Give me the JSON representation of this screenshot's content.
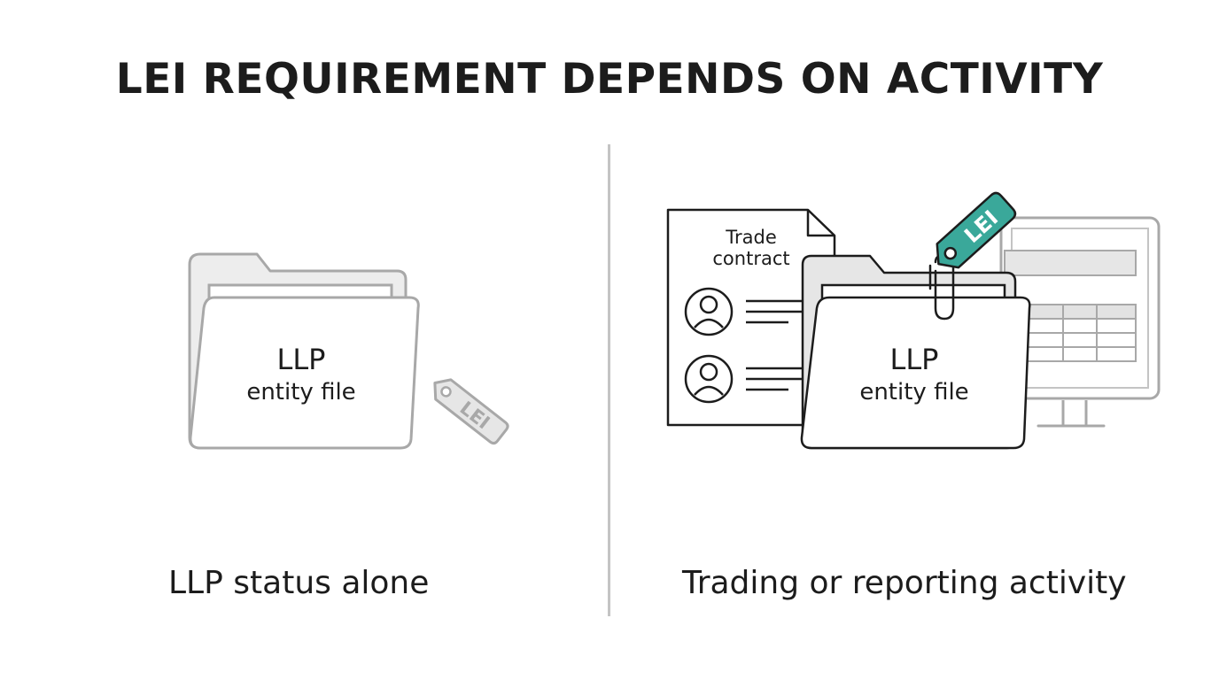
{
  "title": "LEI REQUIREMENT DEPENDS ON ACTIVITY",
  "left_panel": {
    "folder_title": "LLP",
    "folder_subtitle": "entity file",
    "tag_label": "LEI",
    "caption": "LLP status alone"
  },
  "right_panel": {
    "document_title_line1": "Trade",
    "document_title_line2": "contract",
    "folder_title": "LLP",
    "folder_subtitle": "entity file",
    "tag_label": "LEI",
    "caption": "Trading or reporting activity"
  },
  "colors": {
    "title_text": "#1c1c1c",
    "muted_outline": "#a8a8a8",
    "dark_outline": "#1c1c1c",
    "tag_accent": "#3aa89a",
    "divider": "#c4c4c4"
  },
  "icons": [
    "folder-icon",
    "lei-tag-icon",
    "document-icon",
    "person-icon",
    "monitor-icon",
    "paperclip-icon"
  ]
}
